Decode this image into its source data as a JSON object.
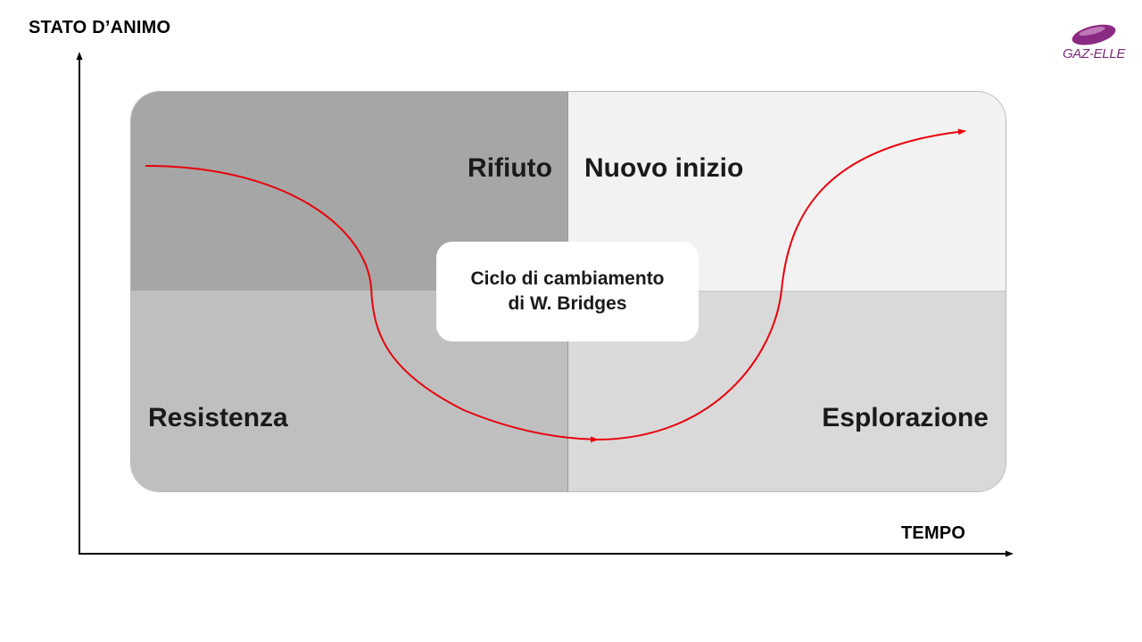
{
  "axes": {
    "y_label": "STATO D’ANIMO",
    "x_label": "TEMPO"
  },
  "phases": {
    "top_left": "Rifiuto",
    "top_right": "Nuovo inizio",
    "bottom_left": "Resistenza",
    "bottom_right": "Esplorazione"
  },
  "center": {
    "line1": "Ciclo di cambiamento",
    "line2": "di W. Bridges"
  },
  "logo": {
    "text": "GAZ-ELLE",
    "color": "#8b2a82"
  },
  "colors": {
    "curve": "#e8000b",
    "q_top_left": "#a6a6a6",
    "q_top_right": "#f2f2f2",
    "q_bottom_left": "#bfbfbf",
    "q_bottom_right": "#d9d9d9"
  }
}
